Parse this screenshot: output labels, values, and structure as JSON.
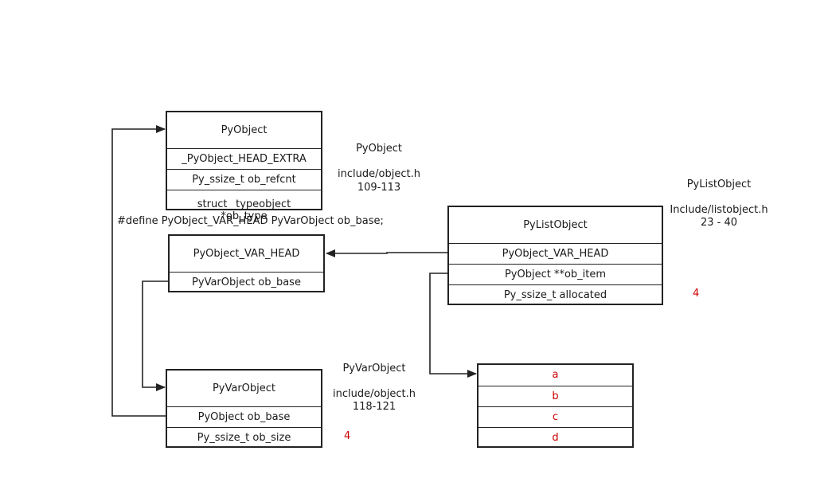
{
  "pyobject_box": {
    "header": "PyObject",
    "rows": [
      "_PyObject_HEAD_EXTRA",
      "Py_ssize_t ob_refcnt",
      "struct _typeobject\n*ob_type"
    ]
  },
  "pyobject_note": {
    "name": "PyObject",
    "file": "include/object.h",
    "lines": "109-113"
  },
  "define_text": "#define PyObject_VAR_HEAD PyVarObject ob_base;",
  "var_head_box": {
    "header": "PyObject_VAR_HEAD",
    "rows": [
      "PyVarObject ob_base"
    ]
  },
  "pyvarobject_box": {
    "header": "PyVarObject",
    "rows": [
      "PyObject ob_base",
      "Py_ssize_t ob_size"
    ]
  },
  "pyvarobject_note": {
    "name": "PyVarObject",
    "file": "include/object.h",
    "lines": "118-121"
  },
  "ob_size_value": "4",
  "pylistobject_box": {
    "header": "PyListObject",
    "rows": [
      "PyObject_VAR_HEAD",
      "PyObject **ob_item",
      "Py_ssize_t allocated"
    ]
  },
  "pylistobject_note": {
    "name": "PyListObject",
    "file": "Include/listobject.h",
    "lines": "23 - 40"
  },
  "allocated_value": "4",
  "items_box": {
    "rows": [
      "a",
      "b",
      "c",
      "d"
    ]
  },
  "colors": {
    "line": "#222222",
    "value_red": "#cc0000"
  }
}
